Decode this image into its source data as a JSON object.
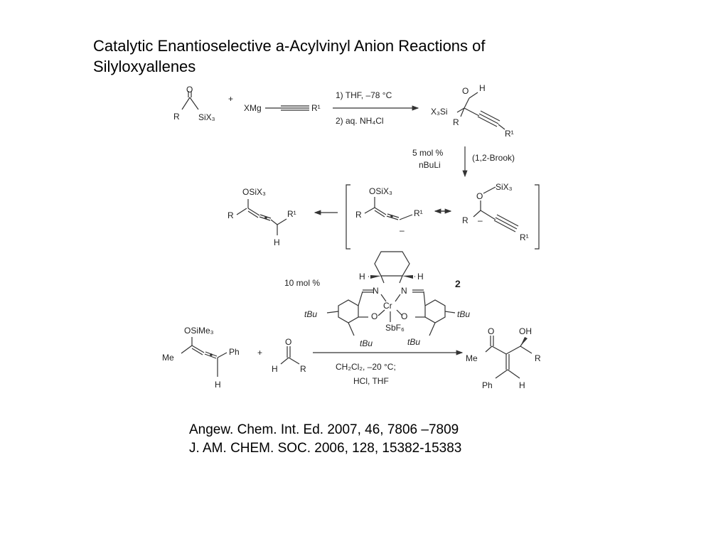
{
  "title": {
    "line1": "Catalytic Enantioselective a-Acylvinyl Anion Reactions of",
    "line2": "Silyloxyallenes"
  },
  "scheme": {
    "conditions": {
      "step1": "1) THF, –78 °C",
      "step2": "2) aq. NH₄Cl",
      "brook_loading": "5 mol %",
      "brook_base": "nBuLi",
      "brook_label": "(1,2-Brook)",
      "catalyst_loading": "10 mol %",
      "catalyst_number": "2",
      "final_solvent": "CH₂Cl₂, –20 °C;",
      "final_workup": "HCl, THF"
    },
    "atoms": {
      "O": "O",
      "H": "H",
      "R": "R",
      "R1": "R¹",
      "SiX3": "SiX₃",
      "X3Si": "X₃Si",
      "XMg": "XMg",
      "OSiX3": "OSiX₃",
      "OSiMe3": "OSiMe₃",
      "Me": "Me",
      "Ph": "Ph",
      "OH": "OH",
      "plus": "+",
      "minus": "–",
      "N": "N",
      "Cr": "Cr",
      "SbF6": "SbF₆",
      "tBu": "tBu"
    }
  },
  "references": {
    "ref1": "Angew. Chem. Int. Ed. 2007, 46, 7806 –7809",
    "ref2": "J. AM. CHEM. SOC. 2006, 128, 15382-15383"
  }
}
